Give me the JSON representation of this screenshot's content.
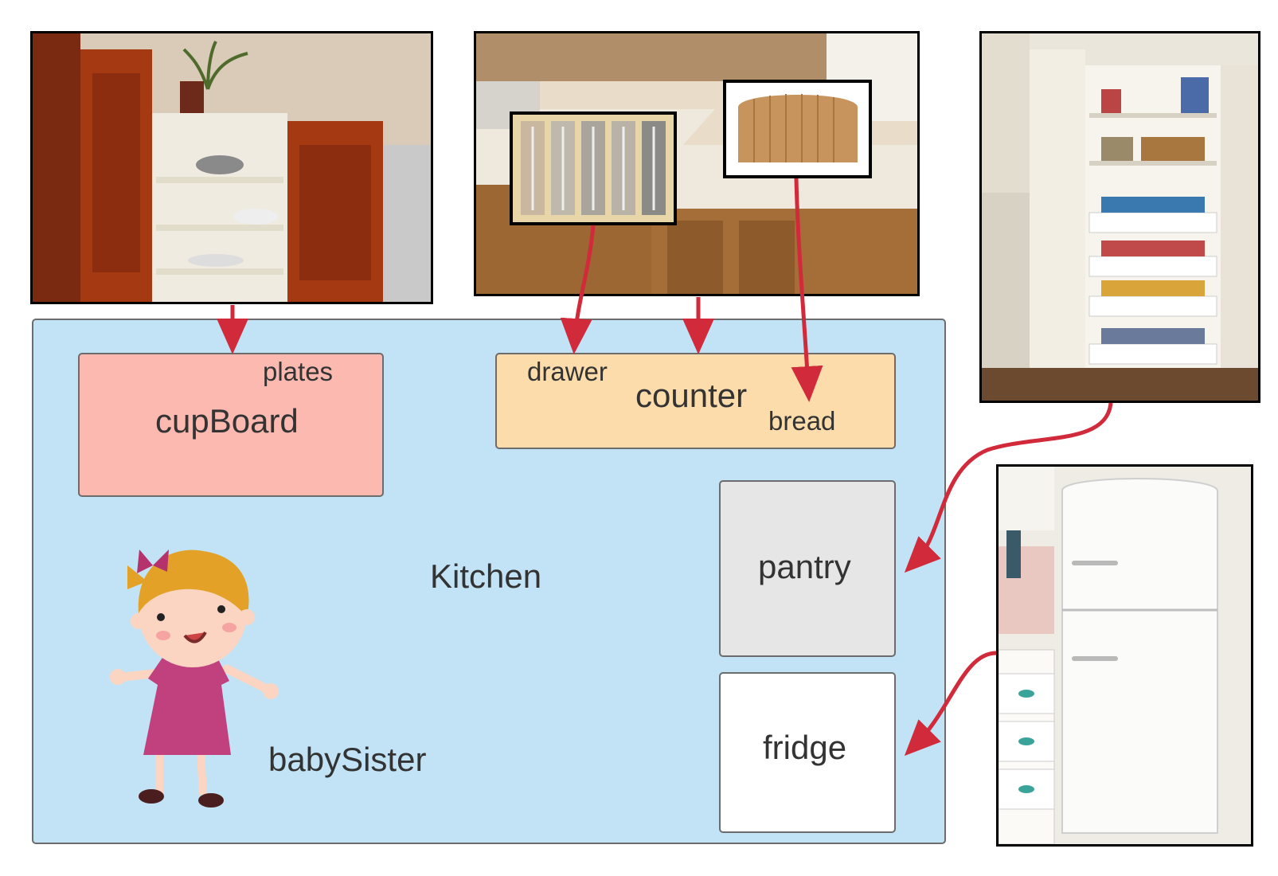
{
  "kitchen": {
    "label": "Kitchen"
  },
  "cupboard": {
    "label": "cupBoard",
    "item": "plates"
  },
  "counter": {
    "label": "counter",
    "items": [
      "drawer",
      "bread"
    ]
  },
  "pantry": {
    "label": "pantry"
  },
  "fridge": {
    "label": "fridge"
  },
  "person": {
    "label": "babySister"
  },
  "colors": {
    "kitchen": "#c2e3f5",
    "cupboard": "#fbb9b0",
    "counter": "#fddcab",
    "pantry": "#e6e6e6",
    "fridge": "#ffffff",
    "arrow": "#d12a3b"
  }
}
